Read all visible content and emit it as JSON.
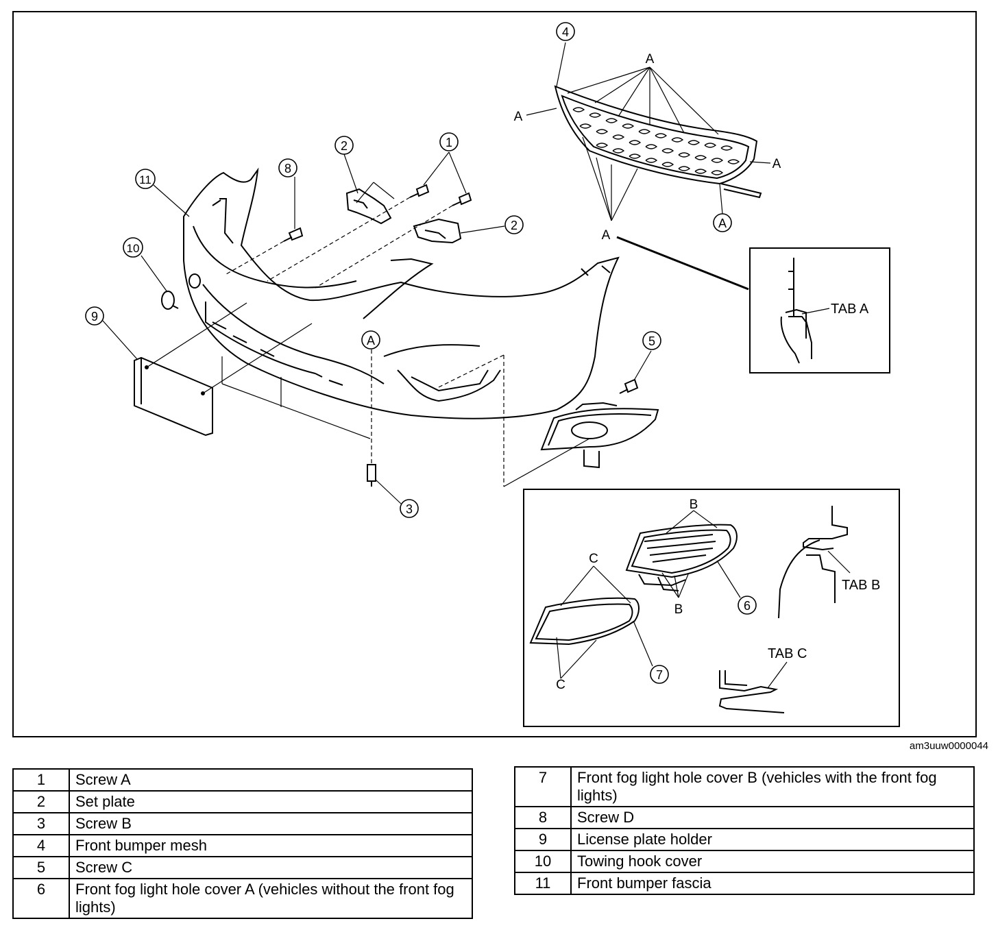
{
  "figure_id": "am3uuw0000044",
  "callouts": {
    "n1": "1",
    "n2": "2",
    "n3": "3",
    "n4": "4",
    "n5": "5",
    "n6": "6",
    "n7": "7",
    "n8": "8",
    "n9": "9",
    "n10": "10",
    "n11": "11",
    "a": "A",
    "b": "B",
    "c": "C",
    "tab_a": "TAB A",
    "tab_b": "TAB B",
    "tab_c": "TAB C"
  },
  "parts_left": [
    {
      "num": "1",
      "name": "Screw A"
    },
    {
      "num": "2",
      "name": "Set plate"
    },
    {
      "num": "3",
      "name": "Screw B"
    },
    {
      "num": "4",
      "name": "Front bumper mesh"
    },
    {
      "num": "5",
      "name": "Screw C"
    },
    {
      "num": "6",
      "name": "Front fog light hole cover A (vehicles without the front fog lights)"
    }
  ],
  "parts_right": [
    {
      "num": "7",
      "name": "Front fog light hole cover B (vehicles with the front fog lights)"
    },
    {
      "num": "8",
      "name": "Screw D"
    },
    {
      "num": "9",
      "name": "License plate holder"
    },
    {
      "num": "10",
      "name": "Towing hook cover"
    },
    {
      "num": "11",
      "name": "Front bumper fascia"
    }
  ]
}
